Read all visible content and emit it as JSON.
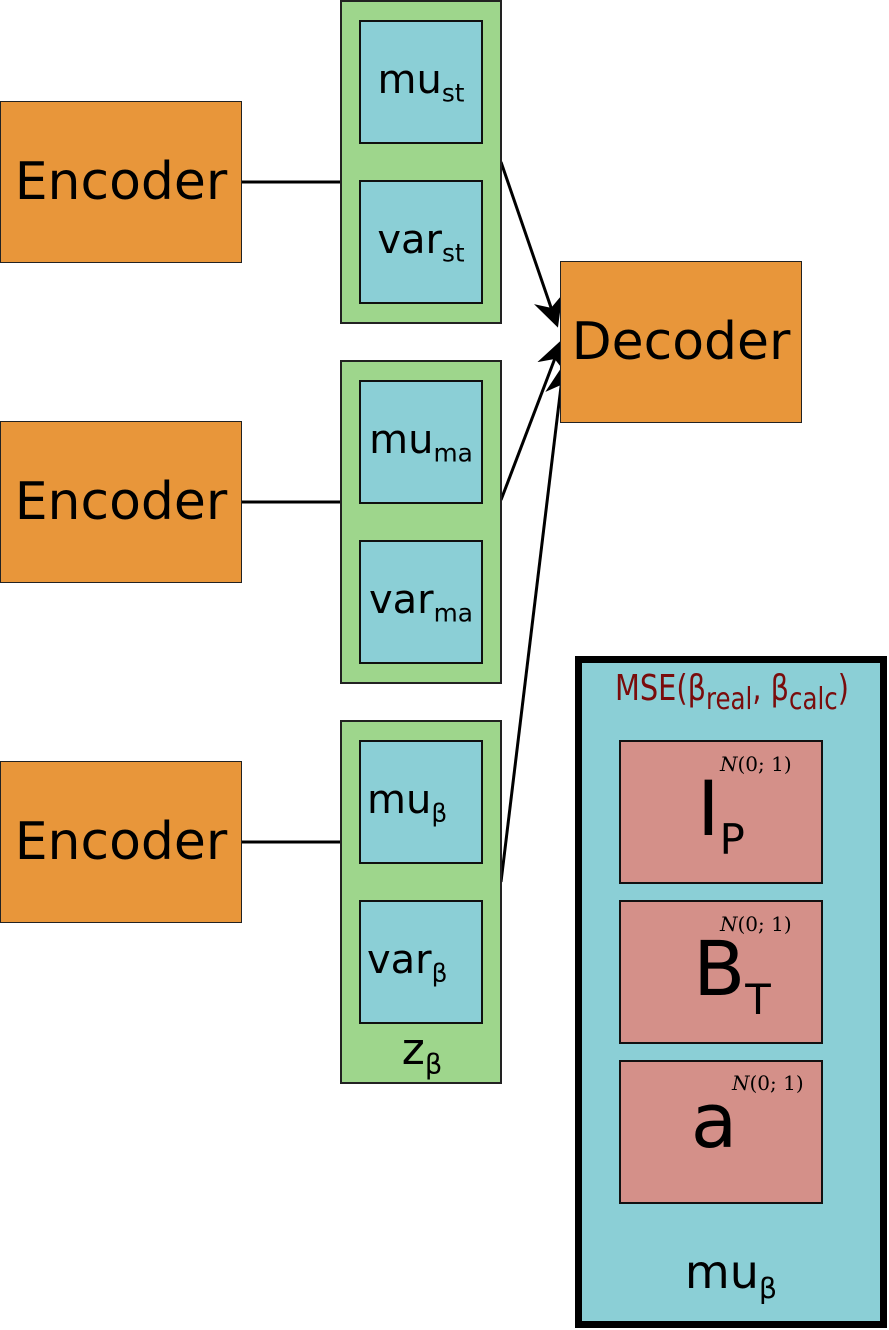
{
  "encoders": [
    {
      "label": "Encoder"
    },
    {
      "label": "Encoder"
    },
    {
      "label": "Encoder"
    }
  ],
  "decoder": {
    "label": "Decoder"
  },
  "groups": [
    {
      "mu": {
        "base": "mu",
        "sub": "st"
      },
      "var": {
        "base": "var",
        "sub": "st"
      }
    },
    {
      "mu": {
        "base": "mu",
        "sub": "ma"
      },
      "var": {
        "base": "var",
        "sub": "ma"
      }
    },
    {
      "mu": {
        "base": "mu",
        "sub": "β"
      },
      "var": {
        "base": "var",
        "sub": "β"
      },
      "z": {
        "base": "z",
        "sub": "β"
      }
    }
  ],
  "panel": {
    "mse": {
      "prefix": "MSE(β",
      "sub1": "real",
      "mid": ", β",
      "sub2": "calc",
      "suffix": ")"
    },
    "params": [
      {
        "base": "I",
        "sub": "P",
        "prior": {
          "n": "N",
          "args": "(0; 1)"
        }
      },
      {
        "base": "B",
        "sub": "T",
        "prior": {
          "n": "N",
          "args": "(0; 1)"
        }
      },
      {
        "base": "a",
        "sub": "",
        "prior": {
          "n": "N",
          "args": "(0; 1)"
        }
      }
    ],
    "footer": {
      "base": "mu",
      "sub": "β"
    }
  },
  "colors": {
    "encoder": "#e8963a",
    "group": "#9ed68c",
    "latent": "#8bcfd6",
    "param": "#d49089",
    "mse_text": "#7a0c0c"
  }
}
